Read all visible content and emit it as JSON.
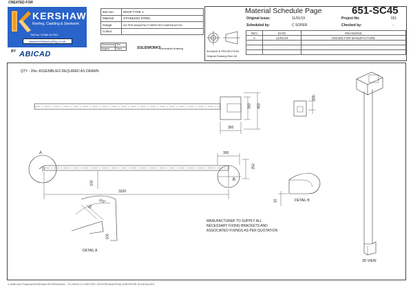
{
  "header": {
    "created_for": "CREATED FOR",
    "by": "BY",
    "abicad_logo": "ABICAD",
    "company": {
      "name": "KERSHAW",
      "subtitle": "Roofing, Cladding & Steelwork",
      "tel_fax": "Tel/Fax: 02380 617061",
      "website": "www.kershawroofing.co.uk"
    }
  },
  "item_table": {
    "rows": [
      {
        "label": "Item No",
        "value": "DROP TYPE 1"
      },
      {
        "label": "Material",
        "value": "STAINLESS STEEL"
      },
      {
        "label": "Gauge",
        "value": "AS PER MANUFACTURER RECOMENDATION"
      },
      {
        "label": "Colour",
        "value": "-"
      }
    ],
    "mini_cells": [
      "Dimensions",
      "Mm",
      "Angles",
      "Farm"
    ],
    "solidworks_brand": "SOLIDWORKS",
    "solidworks_text": "Generated drawing"
  },
  "projection": {
    "label": "3rd ANGLE PROJECTION",
    "size_note": "Original Drawing Size A4"
  },
  "title_block": {
    "title": "Material Schedule Page",
    "code": "651-SC45",
    "original_issue_label": "Original Issue:",
    "original_issue_value": "11/01/19",
    "project_no_label": "Project No:",
    "project_no_value": "651",
    "scheduled_by_label": "Scheduled by:",
    "scheduled_by_value": "C SOPER",
    "checked_by_label": "Checked by:",
    "checked_by_value": "-",
    "revisions_header": [
      "REV",
      "DATE",
      "REVISIONS"
    ],
    "revisions": [
      {
        "rev": "A",
        "date": "11/01/19",
        "text": "ISSUED FOR MANUFACTURE"
      }
    ]
  },
  "drawing": {
    "qty_note": "QTY - 2No. ASSEMBLIES REQUIRED AS DRAWN",
    "dims": {
      "d350_top": "350",
      "d450": "450",
      "d350_side": "350",
      "d100_end": "100",
      "d300": "300",
      "d250": "250",
      "d100_left": "100",
      "d3320": "3320",
      "d100_deg": "100°",
      "d50": "50",
      "d100_b": "100",
      "d10": "10"
    },
    "labels": {
      "a": "A",
      "b": "B",
      "detail_a": "DETAIL A",
      "detail_b": "DETAIL B",
      "view_3d": "3D VIEW"
    },
    "manufacturer_note": [
      "MANUFACTURER TO SUPPLY ALL",
      "NECESSARY FIXING BRACKETS AND",
      "ASSOCIATED FIXINGS AS PER QUOTATION"
    ]
  },
  "footer": {
    "path": "X:\\ABICAD Projects\\KERSHAW ROOFING\\651 - PLYMOUTH HISTORY CENTRE\\MATERIAL\\DROPPER SCHEDULES"
  },
  "colors": {
    "logo_blue": "#2a63c9",
    "logo_orange": "#f29a1c",
    "line": "#333333"
  }
}
